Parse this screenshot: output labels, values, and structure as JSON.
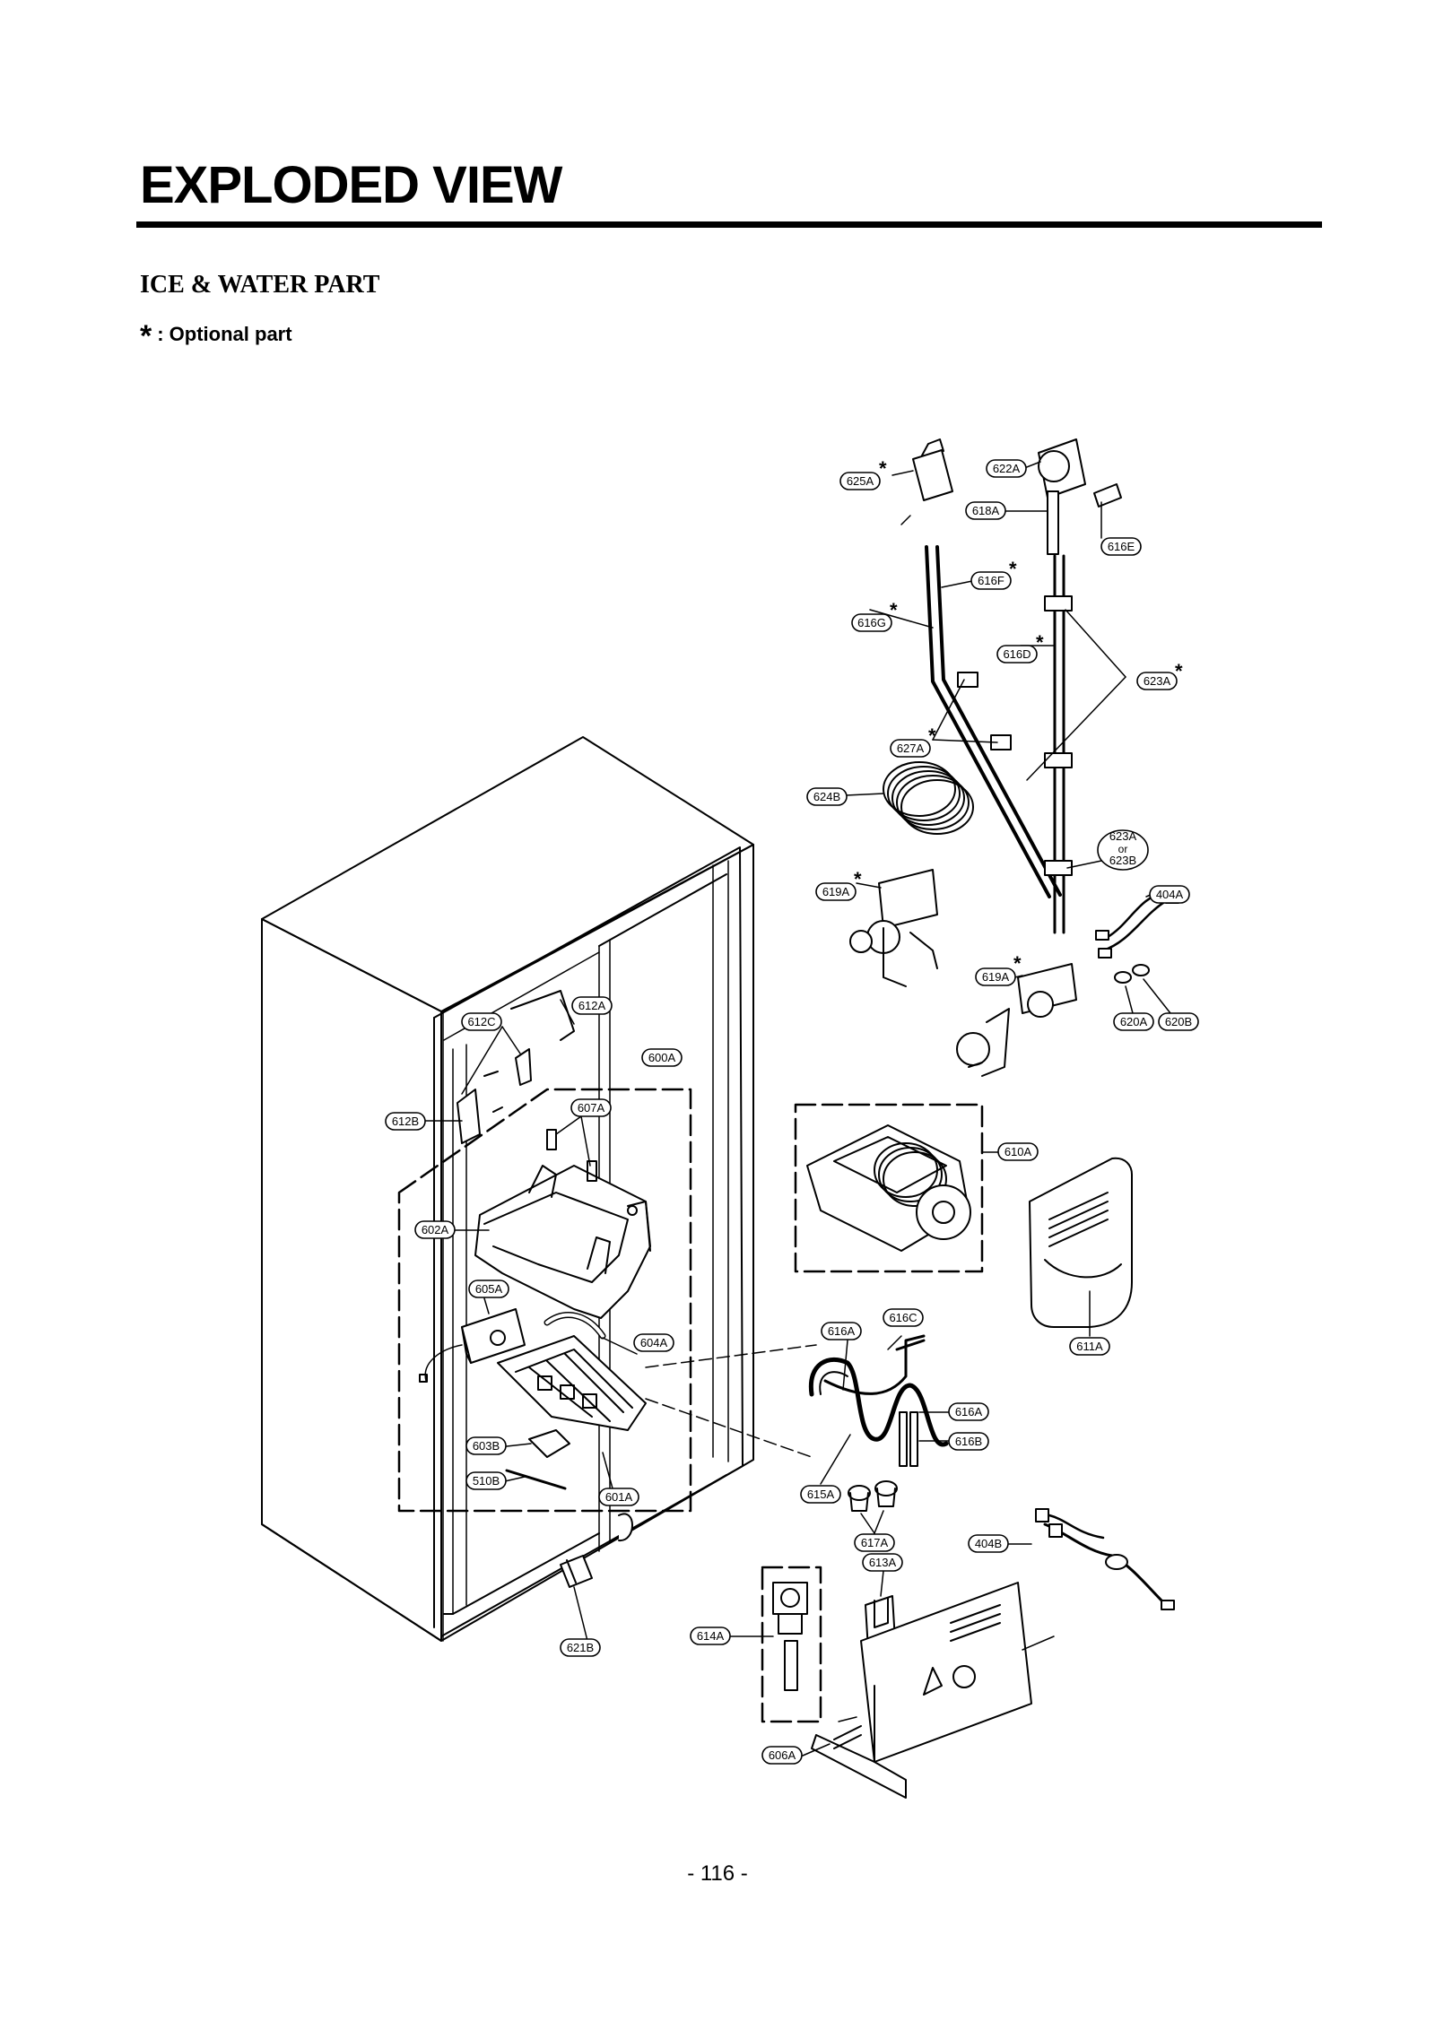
{
  "header": {
    "title": "EXPLODED VIEW",
    "section": "ICE & WATER PART",
    "legend_star": "*",
    "legend_text": ": Optional part"
  },
  "footer": {
    "page_number": "- 116 -"
  },
  "parts": {
    "p625A": "625A",
    "p622A": "622A",
    "p618A": "618A",
    "p616E": "616E",
    "p616F": "616F",
    "p616G": "616G",
    "p616D": "616D",
    "p623A_top": "623A",
    "p627A": "627A",
    "p624B": "624B",
    "p623A_or": "623A",
    "or_text": "or",
    "p623B": "623B",
    "p619A_left": "619A",
    "p404A": "404A",
    "p619A_right": "619A",
    "p620A": "620A",
    "p620B": "620B",
    "p612A": "612A",
    "p612C": "612C",
    "p600A": "600A",
    "p612B": "612B",
    "p607A": "607A",
    "p610A": "610A",
    "p602A": "602A",
    "p605A": "605A",
    "p616A_top": "616A",
    "p616C": "616C",
    "p611A": "611A",
    "p604A": "604A",
    "p616A_bottom": "616A",
    "p616B": "616B",
    "p603B": "603B",
    "p510B": "510B",
    "p601A": "601A",
    "p615A": "615A",
    "p617A": "617A",
    "p404B": "404B",
    "p613A": "613A",
    "p614A": "614A",
    "p621B": "621B",
    "p606A": "606A"
  }
}
